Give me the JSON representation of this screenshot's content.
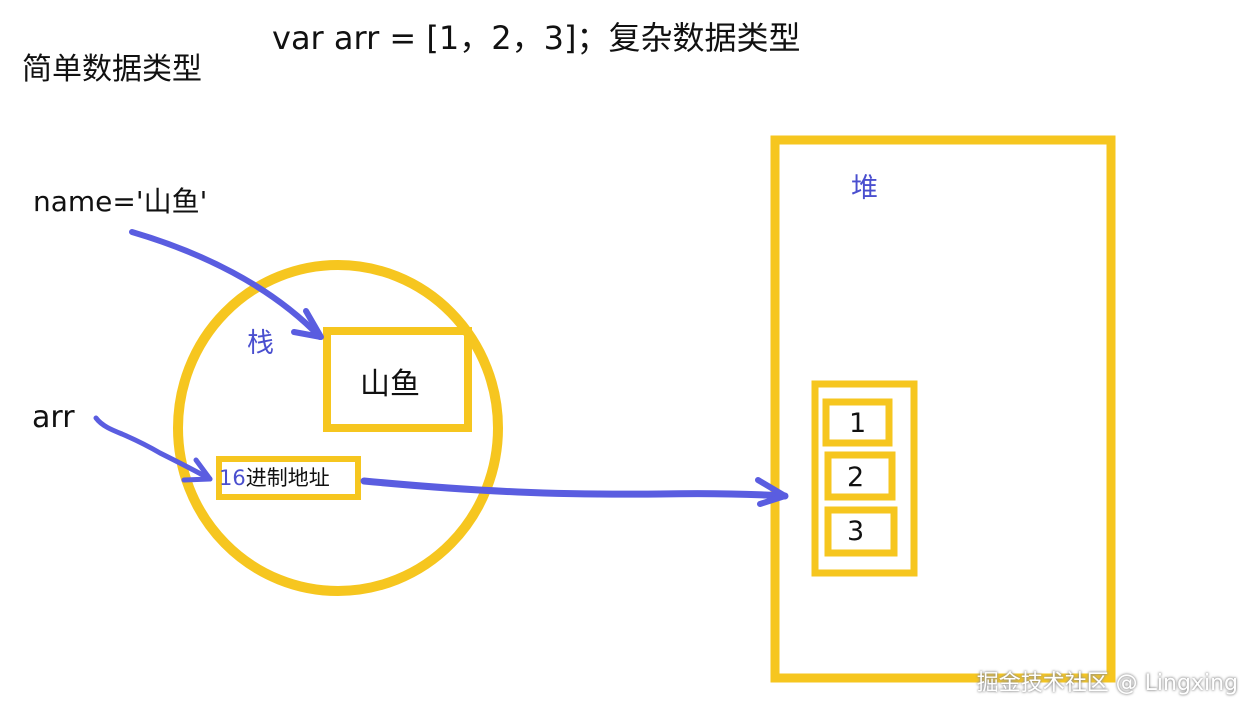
{
  "headings": {
    "simple_types": "简单数据类型",
    "complex_example": "var arr = [1，2，3]；复杂数据类型"
  },
  "variables": {
    "name_assignment": "name='山鱼'",
    "arr_label": "arr"
  },
  "stack": {
    "label": "栈",
    "value": "山鱼",
    "address_prefix": "16",
    "address_suffix": "进制地址"
  },
  "heap": {
    "label": "堆",
    "array_items": [
      "1",
      "2",
      "3"
    ]
  },
  "watermark": "掘金技术社区 @ Lingxing",
  "colors": {
    "box_stroke": "#f6c61f",
    "arrow_stroke": "#5a5de0",
    "accent_text": "#4a4fcf"
  }
}
